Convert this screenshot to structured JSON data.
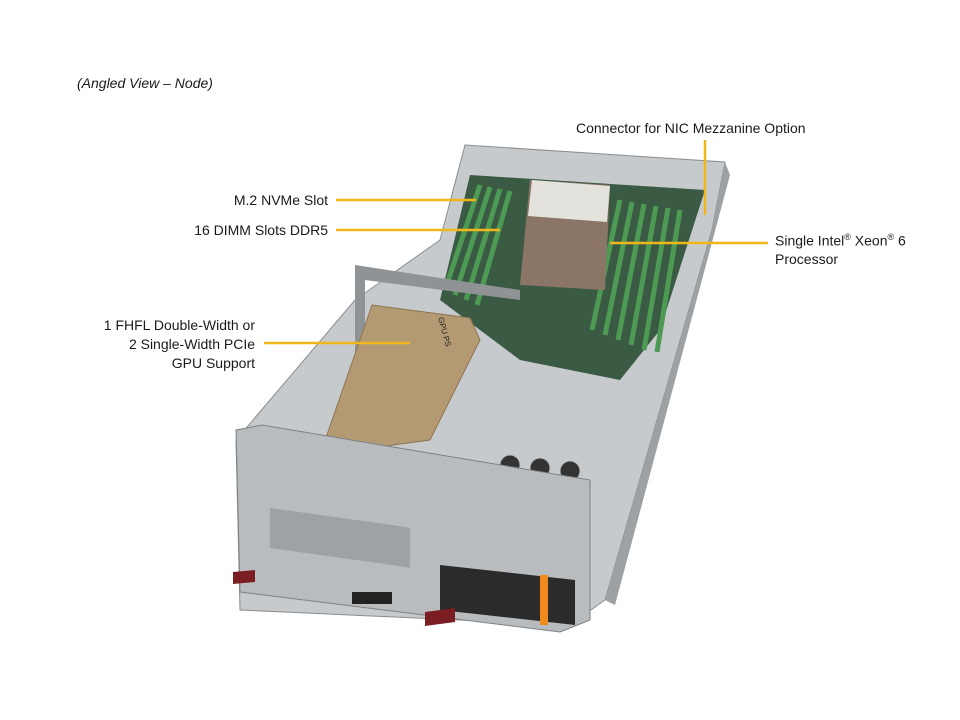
{
  "caption": "(Angled View – Node)",
  "callouts": {
    "nic": "Connector for NIC Mezzanine Option",
    "m2": "M.2 NVMe Slot",
    "dimm": "16 DIMM Slots DDR5",
    "cpu_line1_a": "Single Intel",
    "cpu_line1_b": " Xeon",
    "cpu_line1_c": " 6",
    "cpu_reg": "®",
    "cpu_line2": "Processor",
    "gpu_line1": "1 FHFL Double-Width or",
    "gpu_line2": "2 Single-Width PCIe",
    "gpu_line3": "GPU Support"
  },
  "gpu_ps_label": "GPU PS",
  "colors": {
    "leader_line": "#f0b71c",
    "gpu_card": "#b39a72",
    "dimm": "#3f8a4a",
    "chassis": "#bfc2c4"
  }
}
